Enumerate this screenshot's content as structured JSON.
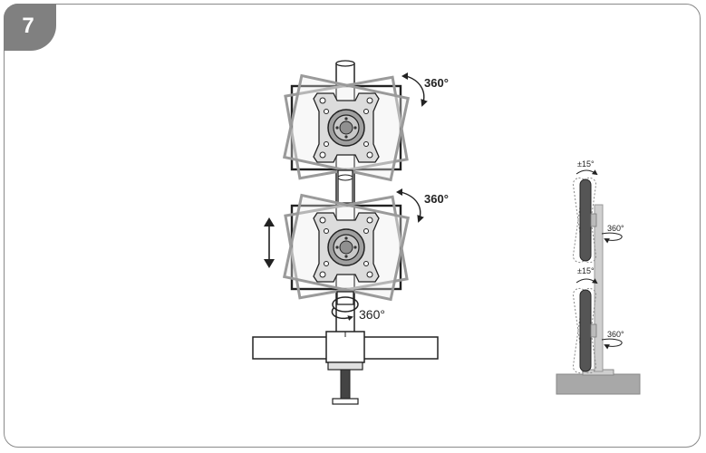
{
  "step": {
    "number": "7"
  },
  "labels": {
    "top_rotation": "360°",
    "middle_rotation": "360°",
    "pole_rotation": "360°",
    "side_tilt_top": "±15°",
    "side_swivel_top": "360°",
    "side_tilt_bottom": "±15°",
    "side_swivel_bottom": "360°"
  },
  "colors": {
    "badge": "#808080",
    "border": "#8a8a8a",
    "ghost_outline": "#9a9a9a",
    "plate_fill": "#d4d4d4",
    "base_fill": "#a8a8a8"
  }
}
